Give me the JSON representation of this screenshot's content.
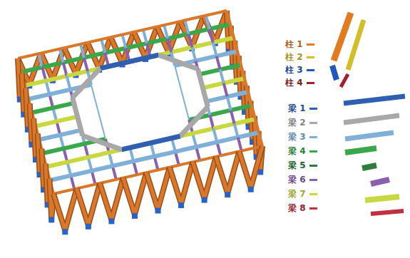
{
  "diagram": {
    "legend": [
      {
        "text": "柱 1",
        "color": "#e07b20"
      },
      {
        "text": "柱 2",
        "color": "#d2be28"
      },
      {
        "text": "柱 3",
        "color": "#2356c0"
      },
      {
        "text": "柱 4",
        "color": "#a02030"
      },
      {
        "text": "梁 1",
        "color": "#2f5fb0"
      },
      {
        "text": "梁 2",
        "color": "#a8a8a8"
      },
      {
        "text": "梁 3",
        "color": "#7fb0d8"
      },
      {
        "text": "梁 4",
        "color": "#3aa84a"
      },
      {
        "text": "梁 5",
        "color": "#2e7d3a"
      },
      {
        "text": "梁 6",
        "color": "#8a5fb0"
      },
      {
        "text": "梁 7",
        "color": "#c8d840"
      },
      {
        "text": "梁 8",
        "color": "#c03040"
      }
    ]
  }
}
